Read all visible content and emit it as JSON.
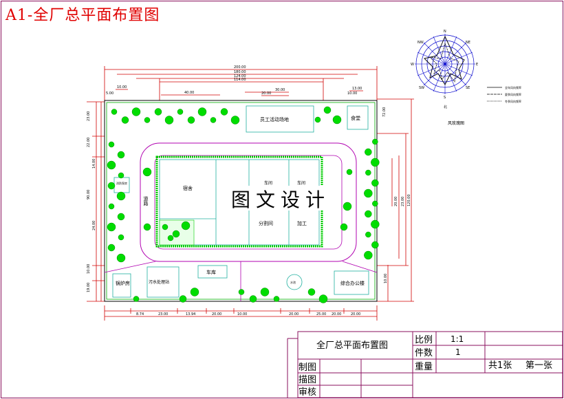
{
  "title": "A1-全厂总平面布置图",
  "watermark": "图文设计",
  "colors": {
    "frame": "#8a0f5c",
    "title": "#e00000",
    "road": "#b000b0",
    "dim": "#d00000",
    "bldg": "#20b0a0",
    "tree": "#00cc00"
  },
  "buildings": {
    "activity_field": "员工活动场地",
    "canteen": "食堂",
    "dorm": "宿舍",
    "workshop_a": "车间",
    "workshop_b": "车间",
    "split_room": "分割间",
    "process": "加工",
    "road": "道路",
    "boiler": "锅炉房",
    "sewage": "污水处理站",
    "garage": "车库",
    "office": "综合办公楼",
    "water": "水池",
    "small_room": "消防泵房"
  },
  "dims": {
    "top": [
      "200.00",
      "180.00",
      "124.00",
      "114.00",
      "40.00",
      "30.00",
      "20.00",
      "10.00",
      "13.00",
      "10.00",
      "5.00"
    ],
    "bottom": [
      "8.74",
      "23.00",
      "13.94",
      "20.00",
      "10.00",
      "20.00",
      "25.00",
      "20.00",
      "20.00"
    ],
    "left": [
      "23.00",
      "22.00",
      "14.00",
      "90.00",
      "24.00",
      "10.00",
      "19.00"
    ],
    "right": [
      "72.00",
      "120.00",
      "23.00",
      "20.00",
      "10.00"
    ]
  },
  "wind_rose": {
    "directions": [
      "N",
      "NE",
      "E",
      "SE",
      "S",
      "SW",
      "W",
      "NW"
    ],
    "caption": "风玫瑰图",
    "north_label": "北",
    "legend": [
      "全年风向频率",
      "夏季风向频率",
      "冬季风向频率"
    ]
  },
  "title_block": {
    "drawing_name": "全厂总平面布置图",
    "scale_label": "比例",
    "scale_value": "1:1",
    "count_label": "件数",
    "count_value": "1",
    "weight_label": "重量",
    "sheets": "共1张",
    "sheet_no": "第一张",
    "drawn_label": "制图",
    "traced_label": "描图",
    "checked_label": "审核"
  }
}
